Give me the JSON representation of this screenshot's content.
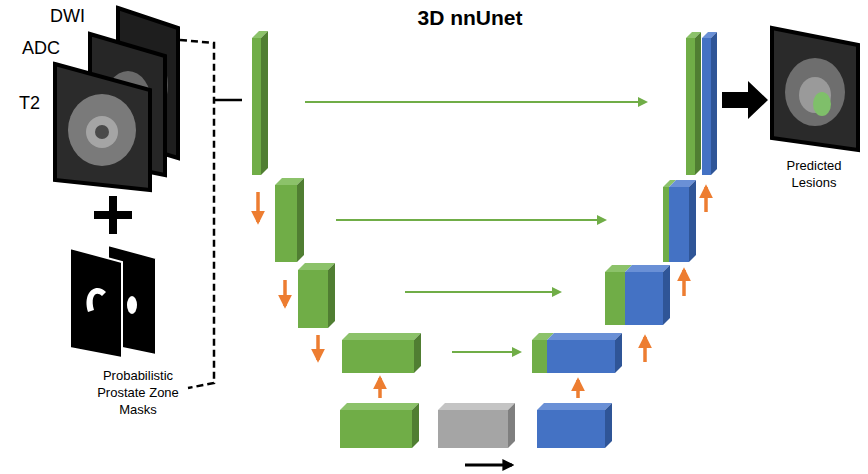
{
  "diagram": {
    "title": "3D nnUnet",
    "labels": [
      "DWI",
      "ADC",
      "T2",
      "Probabilistic Prostate Zone Masks",
      "Predicted Lesions"
    ]
  }
}
